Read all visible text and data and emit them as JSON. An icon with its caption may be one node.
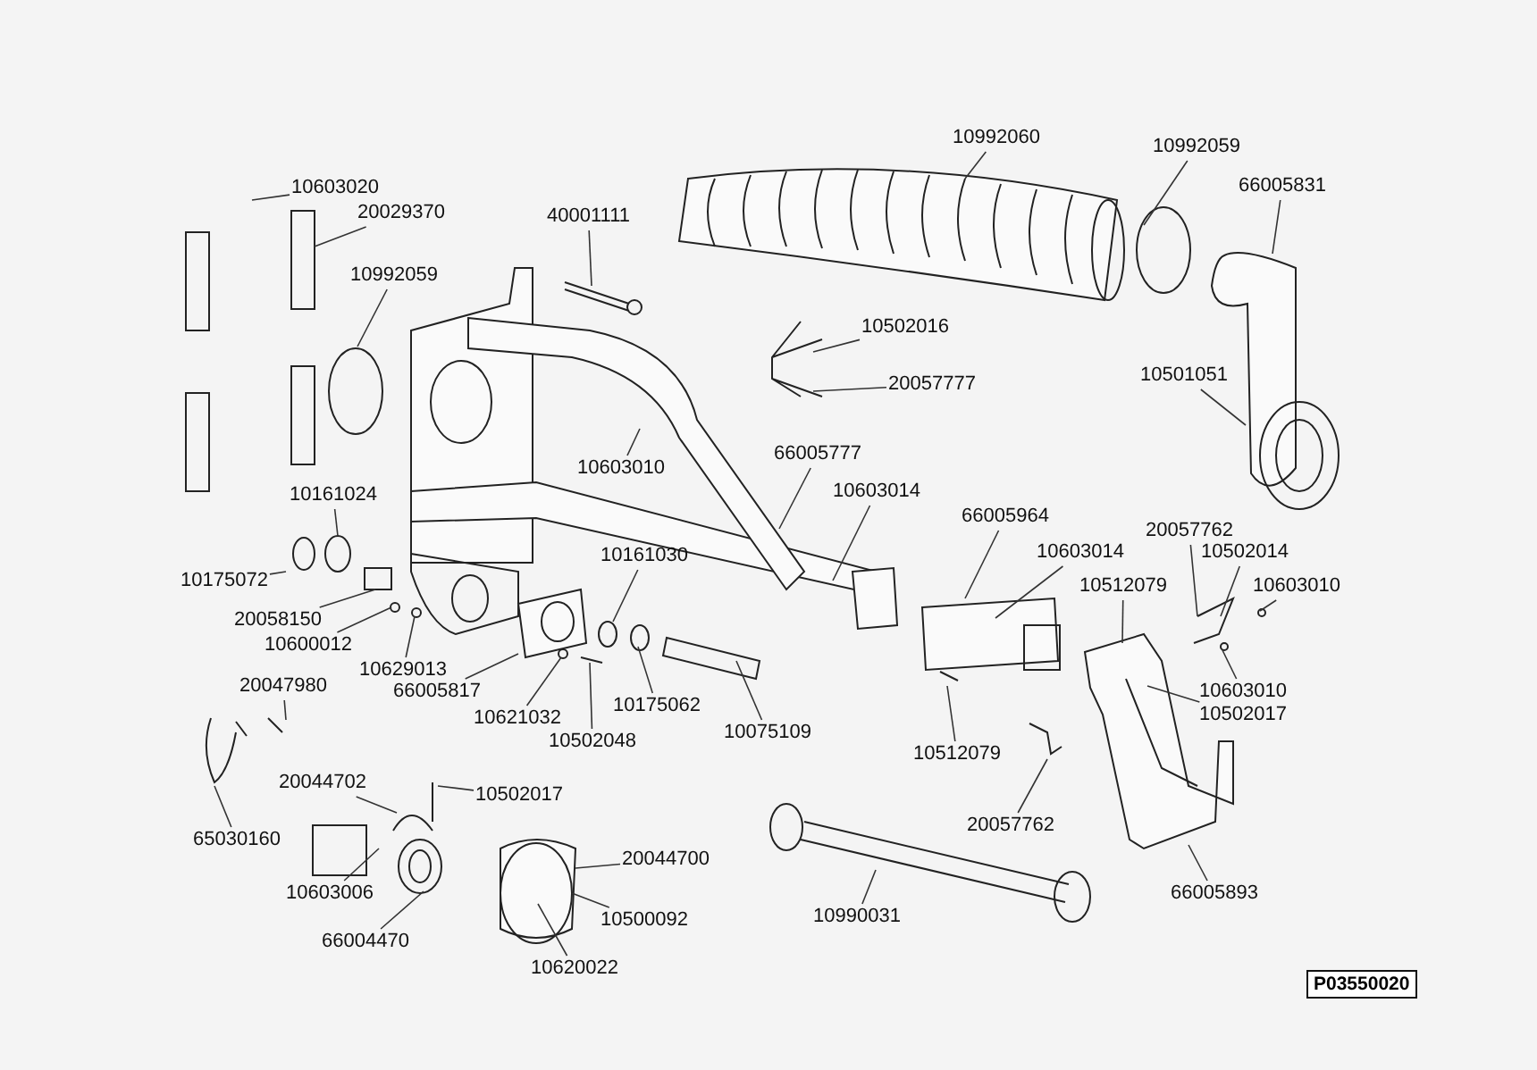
{
  "diagram": {
    "nodes": [
      {
        "text": [
          "10603020"
        ]
      },
      {
        "text": [
          "20029370"
        ]
      },
      {
        "text": [
          "40001111"
        ]
      },
      {
        "text": [
          "10992060"
        ]
      },
      {
        "text": [
          "10992059"
        ]
      },
      {
        "text": [
          "66005831"
        ]
      },
      {
        "text": [
          "10992059"
        ]
      },
      {
        "text": [
          "10502016"
        ]
      },
      {
        "text": [
          "20057777"
        ]
      },
      {
        "text": [
          "10501051"
        ]
      },
      {
        "text": [
          "10603010"
        ]
      },
      {
        "text": [
          "66005777"
        ]
      },
      {
        "text": [
          "10603014"
        ]
      },
      {
        "text": [
          "10161024"
        ]
      },
      {
        "text": [
          "66005964"
        ]
      },
      {
        "text": [
          "10603014"
        ]
      },
      {
        "text": [
          "20057762"
        ]
      },
      {
        "text": [
          "10502014"
        ]
      },
      {
        "text": [
          "10603010"
        ]
      },
      {
        "text": [
          "10512079"
        ]
      },
      {
        "text": [
          "10161030"
        ]
      },
      {
        "text": [
          "10175072"
        ]
      },
      {
        "text": [
          "20058150"
        ]
      },
      {
        "text": [
          "10600012"
        ]
      },
      {
        "text": [
          "10629013"
        ]
      },
      {
        "text": [
          "66005817"
        ]
      },
      {
        "text": [
          "10621032"
        ]
      },
      {
        "text": [
          "10502048"
        ]
      },
      {
        "text": [
          "10175062"
        ]
      },
      {
        "text": [
          "10075109"
        ]
      },
      {
        "text": [
          "10603010"
        ]
      },
      {
        "text": [
          "10502017"
        ]
      },
      {
        "text": [
          "20047980"
        ]
      },
      {
        "text": [
          "65030160"
        ]
      },
      {
        "text": [
          "10512079"
        ]
      },
      {
        "text": [
          "20057762"
        ]
      },
      {
        "text": [
          "20044702"
        ]
      },
      {
        "text": [
          "10502017"
        ]
      },
      {
        "text": [
          "20044700"
        ]
      },
      {
        "text": [
          "10603006"
        ]
      },
      {
        "text": [
          "10500092"
        ]
      },
      {
        "text": [
          "66004470"
        ]
      },
      {
        "text": [
          "10620022"
        ]
      },
      {
        "text": [
          "10990031"
        ]
      },
      {
        "text": [
          "66005893"
        ]
      }
    ],
    "edges": [
      {
        "from": 0,
        "to": null,
        "arrow": "none"
      },
      {
        "from": 1,
        "to": null,
        "arrow": "none"
      },
      {
        "from": 2,
        "to": null,
        "arrow": "none"
      },
      {
        "from": 3,
        "to": null,
        "arrow": "none"
      },
      {
        "from": 4,
        "to": null,
        "arrow": "none"
      },
      {
        "from": 5,
        "to": null,
        "arrow": "none"
      },
      {
        "from": 6,
        "to": null,
        "arrow": "none"
      },
      {
        "from": 7,
        "to": null,
        "arrow": "none"
      },
      {
        "from": 8,
        "to": null,
        "arrow": "none"
      },
      {
        "from": 9,
        "to": null,
        "arrow": "none"
      },
      {
        "from": 10,
        "to": null,
        "arrow": "none"
      },
      {
        "from": 11,
        "to": null,
        "arrow": "none"
      },
      {
        "from": 12,
        "to": null,
        "arrow": "none"
      },
      {
        "from": 13,
        "to": null,
        "arrow": "none"
      },
      {
        "from": 14,
        "to": null,
        "arrow": "none"
      },
      {
        "from": 15,
        "to": null,
        "arrow": "none"
      },
      {
        "from": 16,
        "to": null,
        "arrow": "none"
      },
      {
        "from": 17,
        "to": null,
        "arrow": "none"
      },
      {
        "from": 18,
        "to": null,
        "arrow": "none"
      },
      {
        "from": 19,
        "to": null,
        "arrow": "none"
      },
      {
        "from": 20,
        "to": null,
        "arrow": "none"
      },
      {
        "from": 21,
        "to": null,
        "arrow": "none"
      },
      {
        "from": 22,
        "to": null,
        "arrow": "none"
      },
      {
        "from": 23,
        "to": null,
        "arrow": "none"
      },
      {
        "from": 24,
        "to": null,
        "arrow": "none"
      },
      {
        "from": 25,
        "to": null,
        "arrow": "none"
      },
      {
        "from": 26,
        "to": null,
        "arrow": "none"
      },
      {
        "from": 27,
        "to": null,
        "arrow": "none"
      },
      {
        "from": 28,
        "to": null,
        "arrow": "none"
      },
      {
        "from": 29,
        "to": null,
        "arrow": "none"
      },
      {
        "from": 30,
        "to": null,
        "arrow": "none"
      },
      {
        "from": 31,
        "to": null,
        "arrow": "none"
      },
      {
        "from": 32,
        "to": null,
        "arrow": "none"
      },
      {
        "from": 33,
        "to": null,
        "arrow": "none"
      },
      {
        "from": 34,
        "to": null,
        "arrow": "none"
      },
      {
        "from": 35,
        "to": null,
        "arrow": "none"
      },
      {
        "from": 36,
        "to": null,
        "arrow": "none"
      },
      {
        "from": 37,
        "to": null,
        "arrow": "none"
      },
      {
        "from": 38,
        "to": null,
        "arrow": "none"
      },
      {
        "from": 39,
        "to": null,
        "arrow": "none"
      },
      {
        "from": 40,
        "to": null,
        "arrow": "none"
      },
      {
        "from": 41,
        "to": null,
        "arrow": "none"
      },
      {
        "from": 42,
        "to": null,
        "arrow": "none"
      },
      {
        "from": 43,
        "to": null,
        "arrow": "none"
      },
      {
        "from": 44,
        "to": null,
        "arrow": "none"
      }
    ],
    "labels": [
      "P03550020"
    ]
  }
}
